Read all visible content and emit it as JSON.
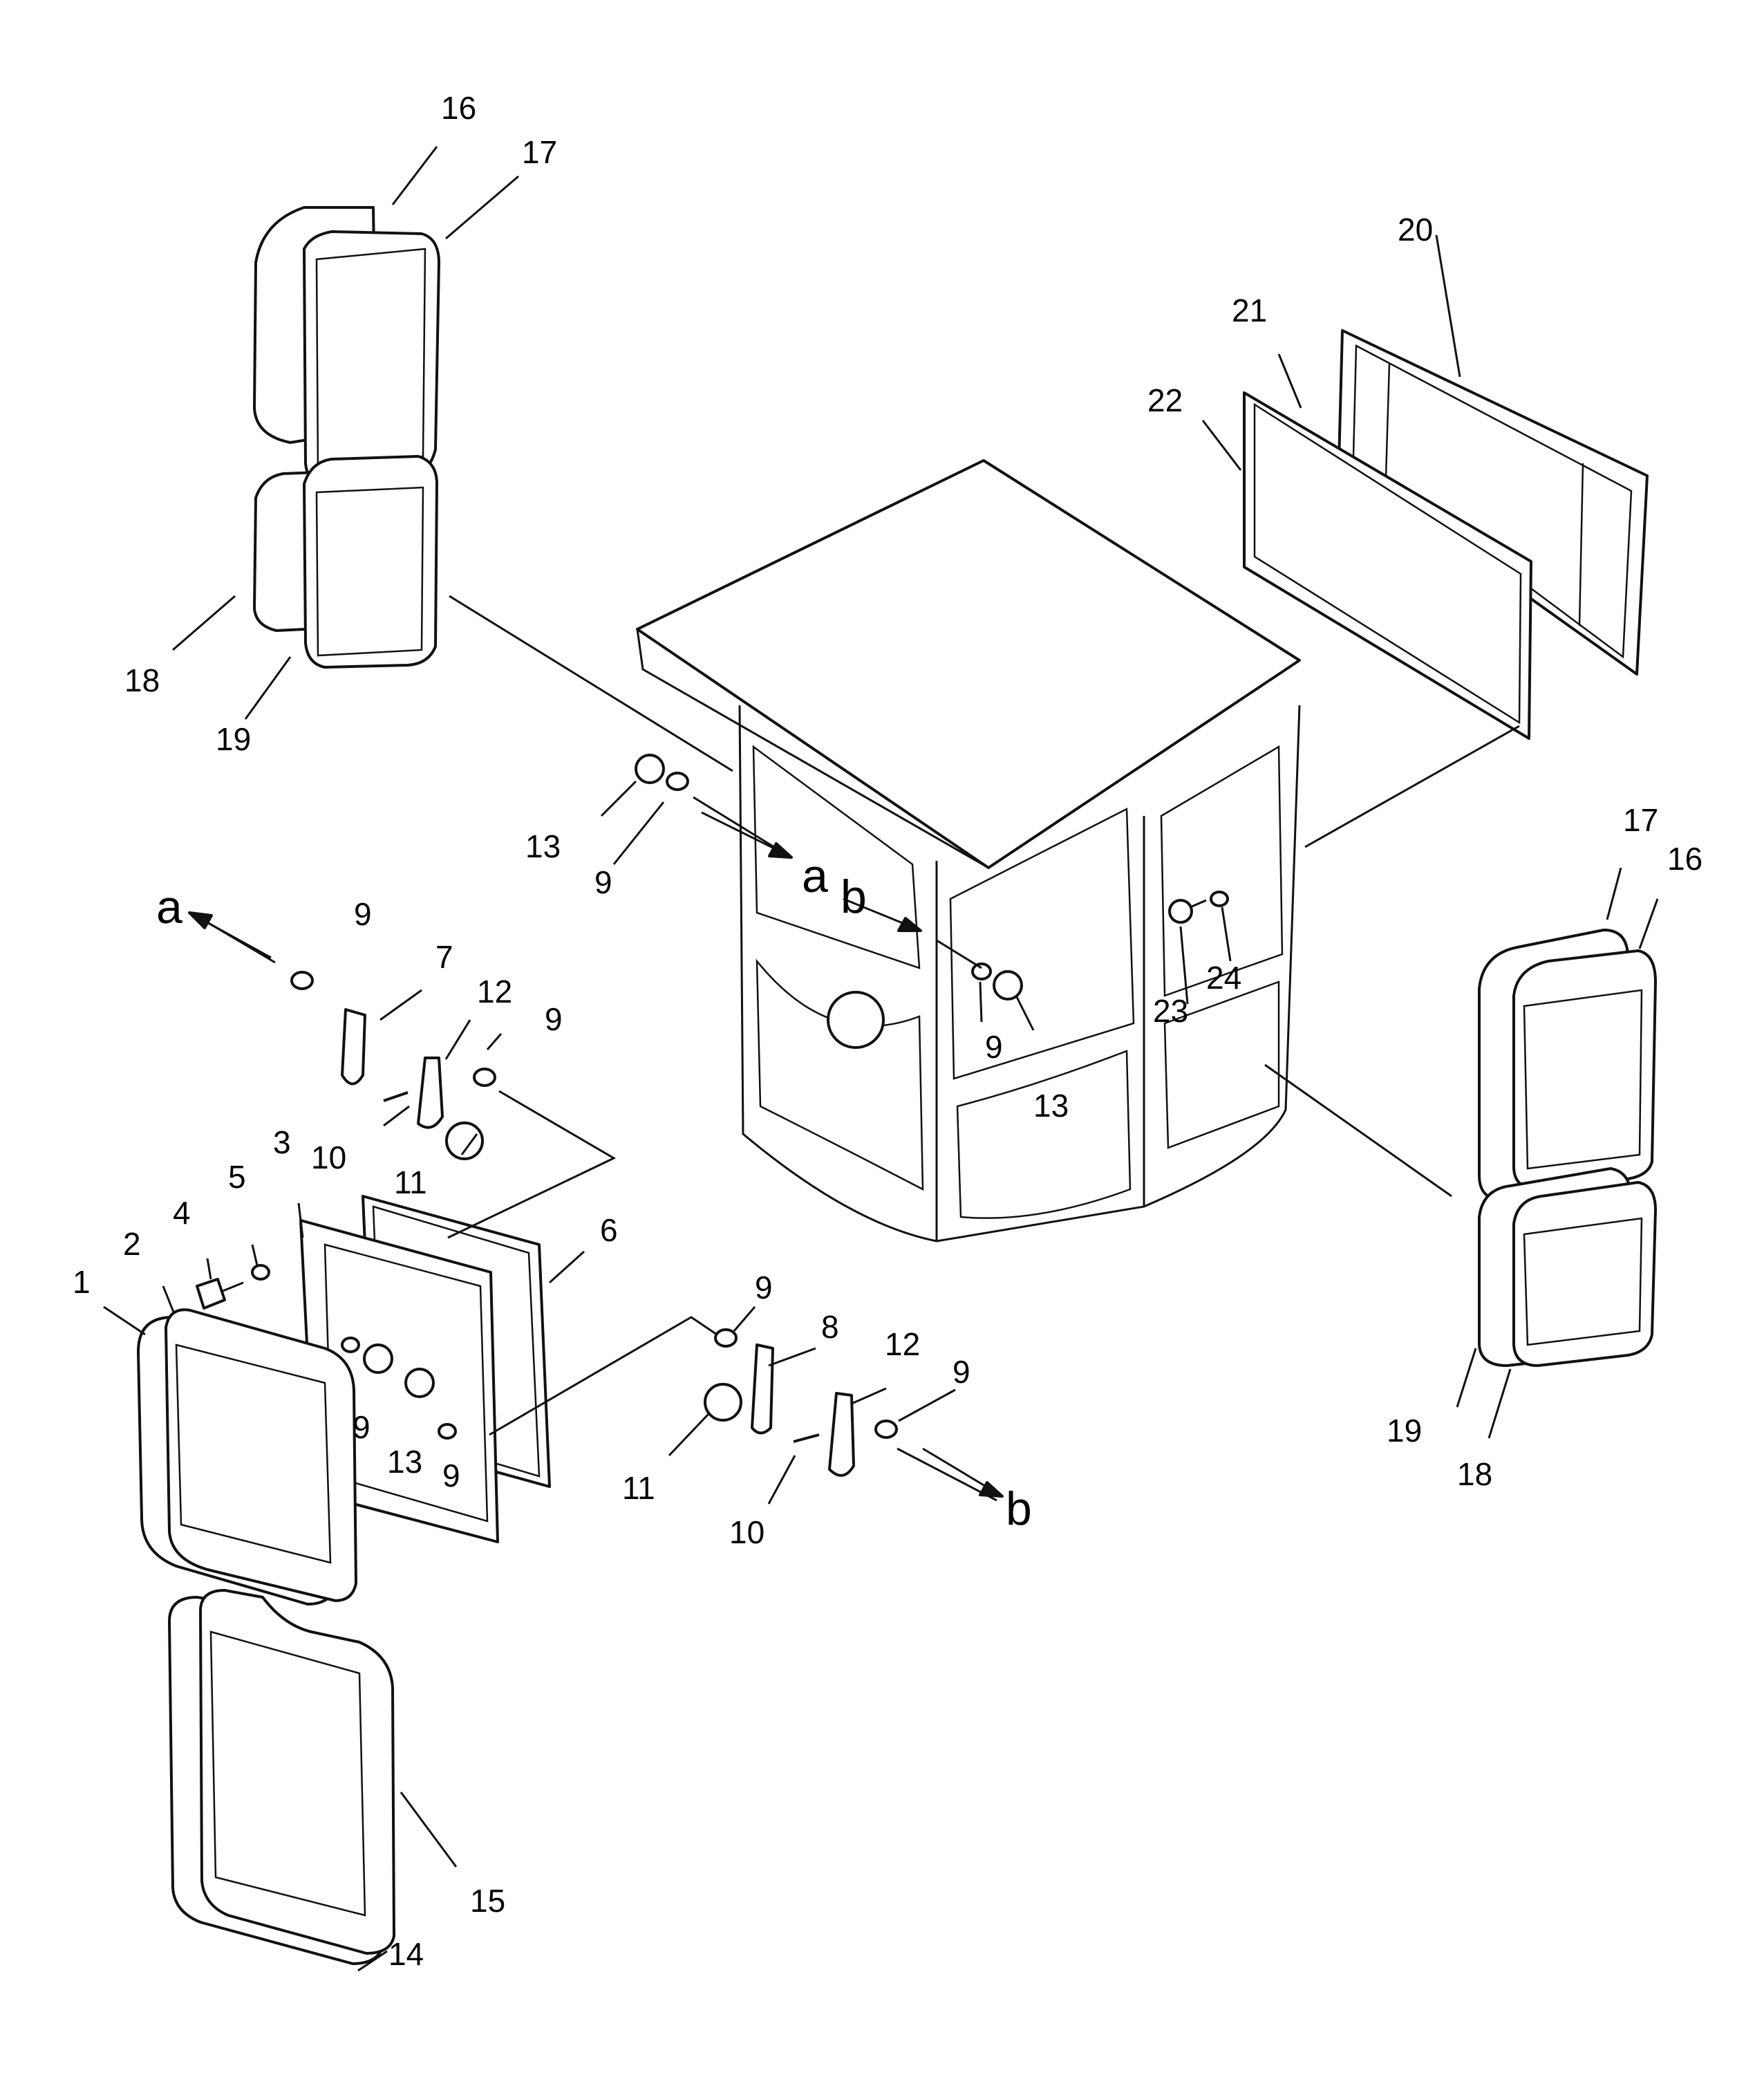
{
  "callouts": {
    "c1": "1",
    "c2": "2",
    "c3": "3",
    "c4": "4",
    "c5": "5",
    "c6": "6",
    "c7": "7",
    "c8": "8",
    "c9": "9",
    "c10": "10",
    "c11": "11",
    "c12": "12",
    "c13": "13",
    "c14": "14",
    "c15": "15",
    "c16": "16",
    "c17": "17",
    "c18": "18",
    "c19": "19",
    "c20": "20",
    "c21": "21",
    "c22": "22",
    "c23": "23",
    "c24": "24"
  },
  "view_markers": {
    "a": "a",
    "b": "b"
  }
}
